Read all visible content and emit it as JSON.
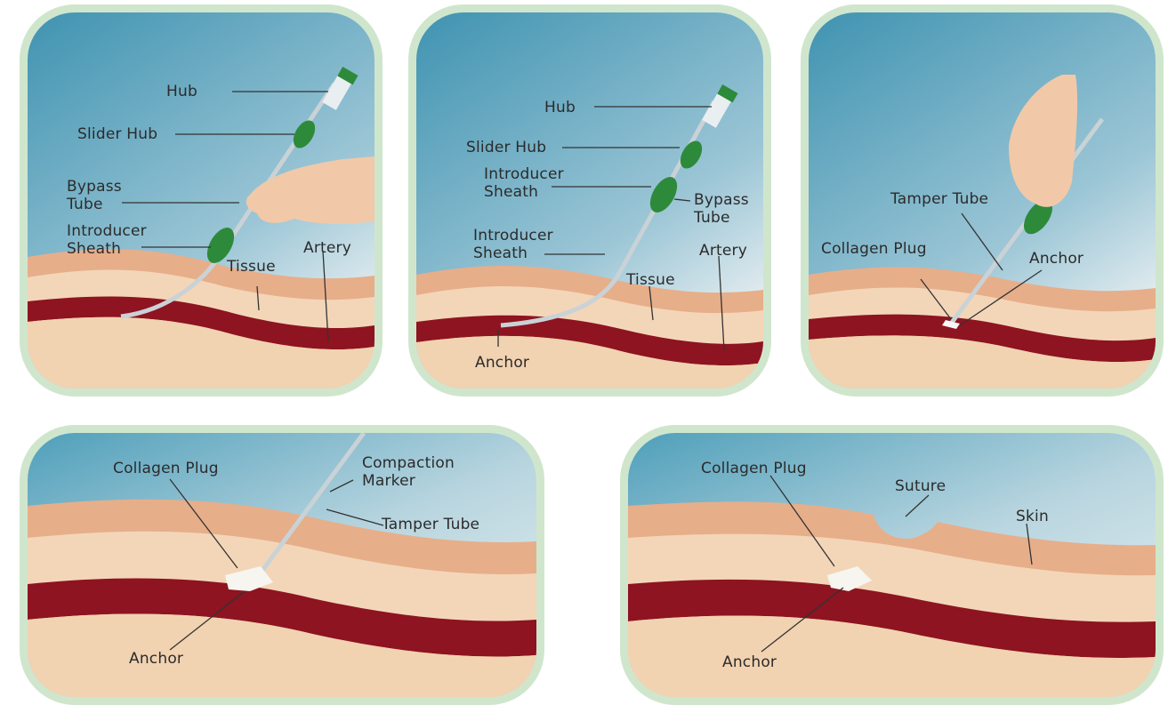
{
  "panels": [
    {
      "labels": {
        "hub": "Hub",
        "slider_hub": "Slider Hub",
        "bypass_tube": "Bypass\nTube",
        "introducer_sheath": "Introducer\nSheath",
        "tissue": "Tissue",
        "artery": "Artery"
      }
    },
    {
      "labels": {
        "hub": "Hub",
        "slider_hub": "Slider Hub",
        "introducer_sheath_upper": "Introducer\nSheath",
        "bypass_tube": "Bypass\nTube",
        "introducer_sheath_lower": "Introducer\nSheath",
        "artery": "Artery",
        "tissue": "Tissue",
        "anchor": "Anchor"
      }
    },
    {
      "labels": {
        "tamper_tube": "Tamper Tube",
        "collagen_plug": "Collagen Plug",
        "anchor": "Anchor"
      }
    },
    {
      "labels": {
        "collagen_plug": "Collagen Plug",
        "compaction_marker": "Compaction\nMarker",
        "tamper_tube": "Tamper Tube",
        "anchor": "Anchor"
      }
    },
    {
      "labels": {
        "collagen_plug": "Collagen Plug",
        "suture": "Suture",
        "skin": "Skin",
        "anchor": "Anchor"
      }
    }
  ],
  "colors": {
    "frame": "#cfe6cd",
    "sky_top": "#4c9bb6",
    "sky_bottom": "#d7e6ea",
    "skin": "#e7ae8a",
    "tissue": "#f3d6b8",
    "artery": "#8d1420",
    "device_green": "#2d8a3a"
  }
}
